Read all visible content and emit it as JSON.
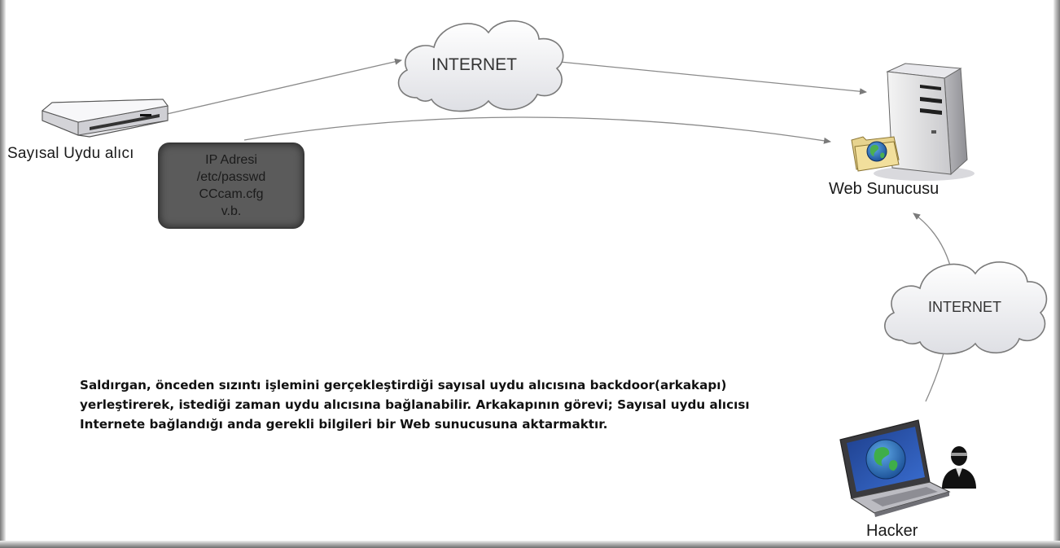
{
  "nodes": {
    "receiver_label": "Sayısal Uydu alıcı",
    "server_label": "Web Sunucusu",
    "hacker_label": "Hacker",
    "cloud_top_label": "INTERNET",
    "cloud_right_label": "INTERNET"
  },
  "data_box": {
    "lines": [
      "IP Adresi",
      "/etc/passwd",
      "CCcam.cfg",
      "v.b."
    ]
  },
  "description": {
    "lines": [
      "Saldırgan, önceden sızıntı işlemini gerçekleştirdiği sayısal uydu alıcısına backdoor(arkakapı)",
      "yerleştirerek, istediği zaman uydu alıcısına bağlanabilir. Arkakapının görevi; Sayısal uydu alıcısı",
      "Internete bağlandığı anda gerekli bilgileri bir Web sunucusuna aktarmaktır."
    ]
  },
  "icons": {
    "receiver": "satellite-receiver-icon",
    "server": "server-tower-icon",
    "folder": "globe-folder-icon",
    "laptop": "laptop-globe-icon",
    "person": "hacker-person-icon",
    "cloud": "cloud-icon"
  },
  "colors": {
    "arrow": "#8a8a8a",
    "data_box_fill": "#5b5b5b",
    "cloud_stroke": "#7a7a7a"
  }
}
